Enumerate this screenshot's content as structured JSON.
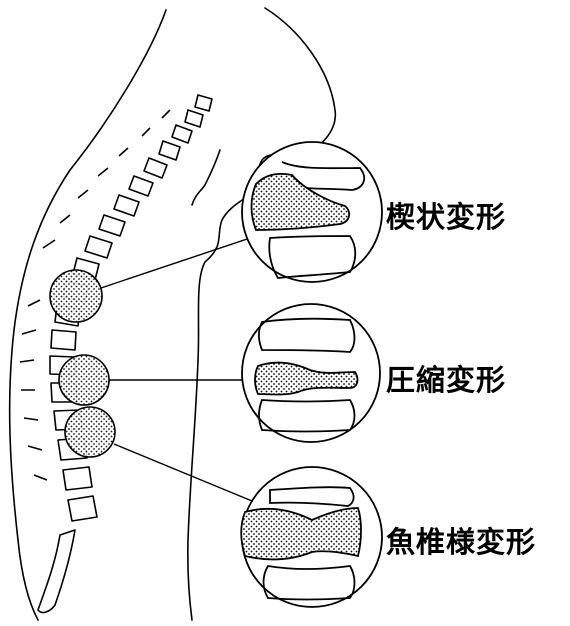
{
  "labels": {
    "wedge": "楔状変形",
    "compression": "圧縮変形",
    "fish": "魚椎様変形"
  },
  "colors": {
    "ink": "#000000",
    "paper": "#ffffff"
  }
}
